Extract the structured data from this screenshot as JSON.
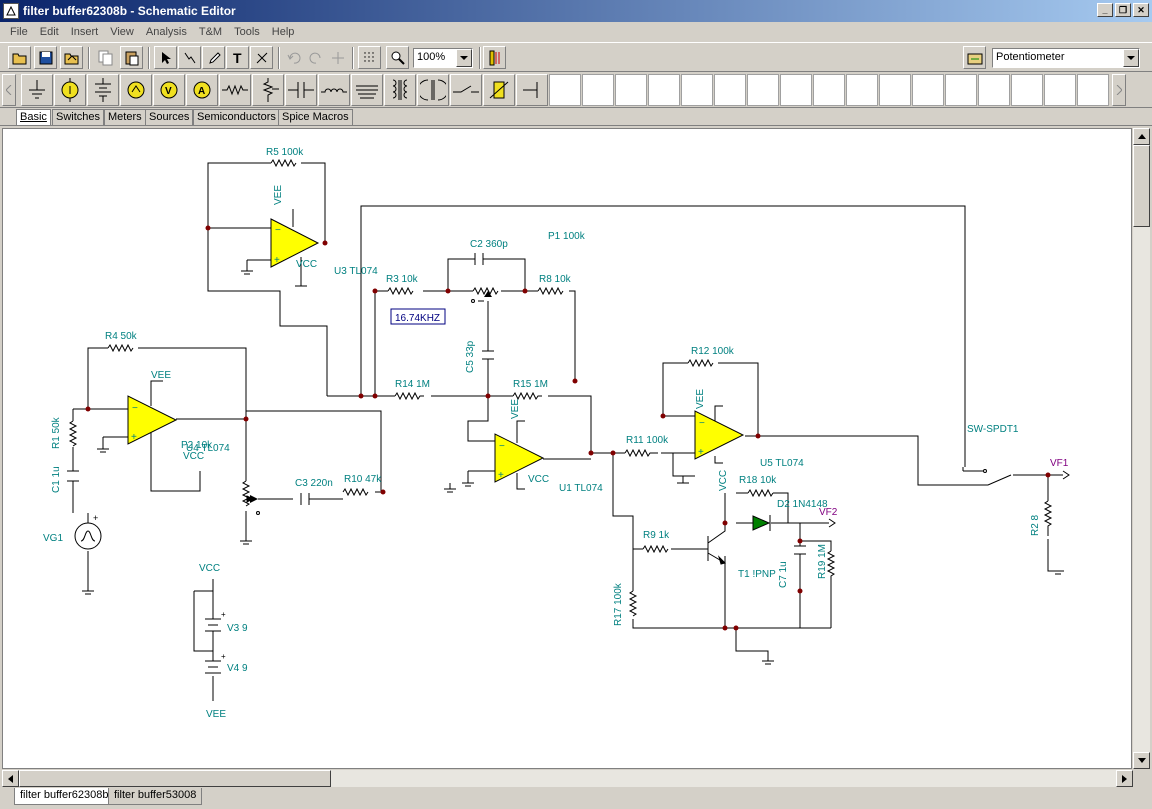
{
  "window": {
    "title": "filter buffer62308b - Schematic Editor"
  },
  "menu": [
    "File",
    "Edit",
    "Insert",
    "View",
    "Analysis",
    "T&M",
    "Tools",
    "Help"
  ],
  "toolbar": {
    "zoom": "100%",
    "component_select": "Potentiometer"
  },
  "component_tabs": [
    "Basic",
    "Switches",
    "Meters",
    "Sources",
    "Semiconductors",
    "Spice Macros"
  ],
  "active_component_tab": "Basic",
  "document_tabs": [
    "filter buffer62308b",
    "filter buffer53008"
  ],
  "schematic": {
    "labels": {
      "r5": "R5 100k",
      "r4": "R4 50k",
      "r1": "R1 50k",
      "c1": "C1 1u",
      "vg1": "VG1",
      "u3": "U3 TL074",
      "u4": "U4 TL074",
      "u1": "U1 TL074",
      "u5": "U5 TL074",
      "p2": "P2 10k",
      "c3": "C3 220n",
      "r10": "R10 47k",
      "c2": "C2 360p",
      "p1": "P1 100k",
      "r3": "R3 10k",
      "r8": "R8 10k",
      "c5": "C5 33p",
      "r14": "R14 1M",
      "r15": "R15 1M",
      "r12": "R12 100k",
      "r11": "R11 100k",
      "r18": "R18 10k",
      "d2": "D2 1N4148",
      "vf2": "VF2",
      "vf1": "VF1",
      "r9": "R9 1k",
      "t1": "T1 !PNP",
      "c7": "C7 1u",
      "r19": "R19 1M",
      "r17": "R17 100k",
      "r2": "R2 8",
      "sw": "SW-SPDT1",
      "v3": "V3 9",
      "v4": "V4 9",
      "freq": "16.74KHZ",
      "vee": "VEE",
      "vcc": "VCC"
    }
  }
}
